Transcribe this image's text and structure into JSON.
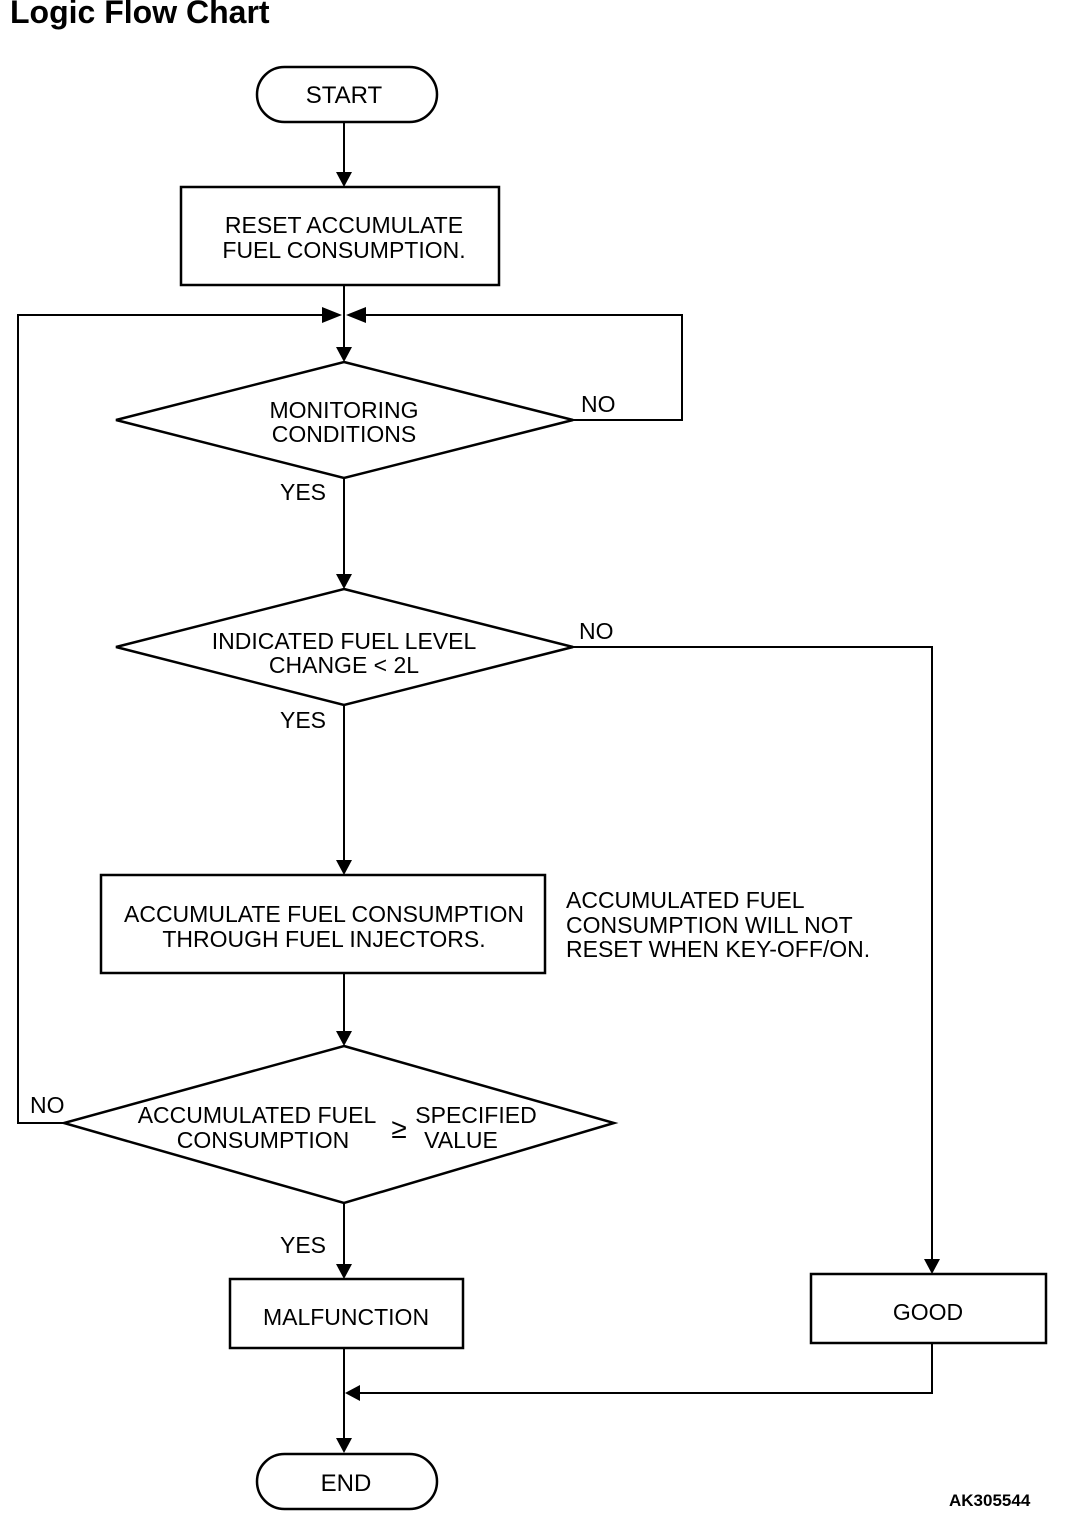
{
  "title": "Logic Flow Chart",
  "drawing_code": "AK305544",
  "nodes": {
    "start": "START",
    "reset": [
      "RESET ACCUMULATE",
      "FUEL CONSUMPTION."
    ],
    "monitoring": [
      "MONITORING",
      "CONDITIONS"
    ],
    "fuel_level": [
      "INDICATED FUEL LEVEL",
      "CHANGE < 2L"
    ],
    "accumulate": [
      "ACCUMULATE FUEL CONSUMPTION",
      "THROUGH FUEL INJECTORS."
    ],
    "note": [
      "ACCUMULATED FUEL",
      "CONSUMPTION WILL NOT",
      "RESET WHEN KEY-OFF/ON."
    ],
    "compare": {
      "left": [
        "ACCUMULATED FUEL",
        "CONSUMPTION"
      ],
      "operator": "≥",
      "right": [
        "SPECIFIED",
        "VALUE"
      ]
    },
    "malfunction": "MALFUNCTION",
    "good": "GOOD",
    "end": "END"
  },
  "labels": {
    "monitoring_no": "NO",
    "monitoring_yes": "YES",
    "fuel_level_no": "NO",
    "fuel_level_yes": "YES",
    "compare_no": "NO",
    "compare_yes": "YES"
  }
}
